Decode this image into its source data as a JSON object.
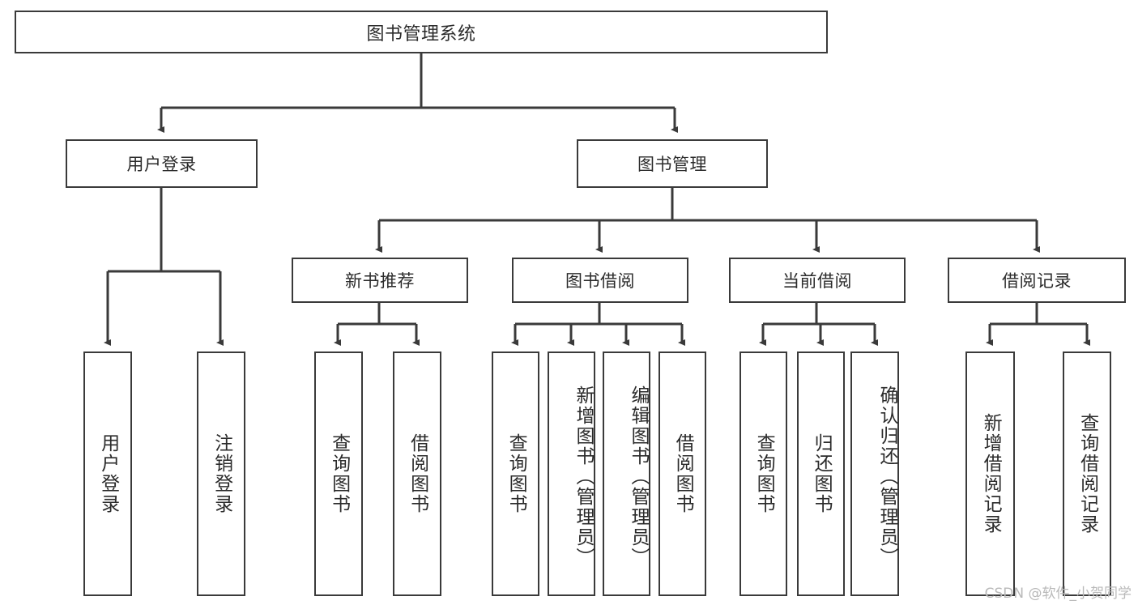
{
  "diagram": {
    "type": "tree-hierarchy",
    "root": {
      "label": "图书管理系统"
    },
    "level2": [
      {
        "label": "用户登录"
      },
      {
        "label": "图书管理"
      }
    ],
    "level3": [
      {
        "label": "新书推荐"
      },
      {
        "label": "图书借阅"
      },
      {
        "label": "当前借阅"
      },
      {
        "label": "借阅记录"
      }
    ],
    "leaves": {
      "user_login": [
        {
          "label": "用户登录"
        },
        {
          "label": "注销登录"
        }
      ],
      "new_book_recommend": [
        {
          "label": "查询图书"
        },
        {
          "label": "借阅图书"
        }
      ],
      "book_borrow": [
        {
          "label": "查询图书"
        },
        {
          "label": "新增图书（管理员）"
        },
        {
          "label": "编辑图书（管理员）"
        },
        {
          "label": "借阅图书"
        }
      ],
      "current_borrow": [
        {
          "label": "查询图书"
        },
        {
          "label": "归还图书"
        },
        {
          "label": "确认归还（管理员）"
        }
      ],
      "borrow_record": [
        {
          "label": "新增借阅记录"
        },
        {
          "label": "查询借阅记录"
        }
      ]
    }
  },
  "watermark": {
    "text": "CSDN @软件_小贺同学"
  },
  "colors": {
    "stroke": "#3a3a3a",
    "text": "#2b2b2b",
    "background": "#ffffff",
    "watermark": "#b9b9b9"
  }
}
